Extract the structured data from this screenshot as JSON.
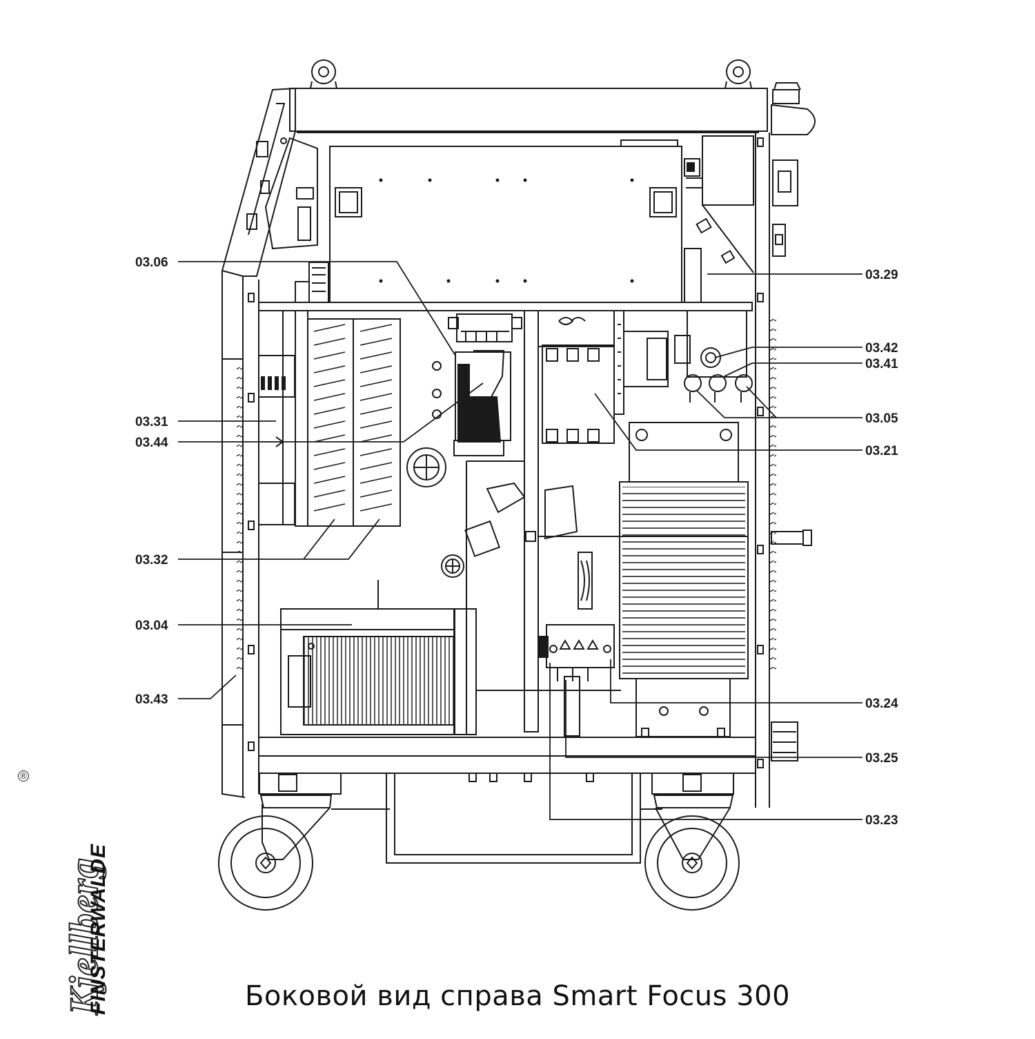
{
  "diagram": {
    "caption": "Боковой вид справа Smart Focus 300",
    "brand": {
      "name": "Kjellberg",
      "subtitle": "FINSTERWALDE",
      "registered_mark": "®"
    },
    "callouts_left": [
      {
        "id": "03.06",
        "label": "03.06"
      },
      {
        "id": "03.31",
        "label": "03.31"
      },
      {
        "id": "03.44",
        "label": "03.44"
      },
      {
        "id": "03.32",
        "label": "03.32"
      },
      {
        "id": "03.04",
        "label": "03.04"
      },
      {
        "id": "03.43",
        "label": "03.43"
      }
    ],
    "callouts_right": [
      {
        "id": "03.29",
        "label": "03.29"
      },
      {
        "id": "03.42",
        "label": "03.42"
      },
      {
        "id": "03.41",
        "label": "03.41"
      },
      {
        "id": "03.05",
        "label": "03.05"
      },
      {
        "id": "03.21",
        "label": "03.21"
      },
      {
        "id": "03.24",
        "label": "03.24"
      },
      {
        "id": "03.25",
        "label": "03.25"
      },
      {
        "id": "03.23",
        "label": "03.23"
      }
    ]
  }
}
